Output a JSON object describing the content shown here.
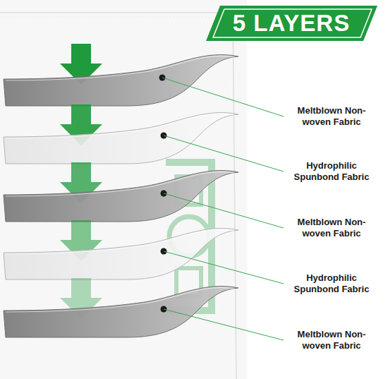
{
  "diagram": {
    "title": "5 LAYERS",
    "labels": [
      "Meltblown Non-woven Fabric",
      "Hydrophilic Spunbond Fabric",
      "Meltblown Non-woven Fabric",
      "Hydrophilic Spunbond Fabric",
      "Meltblown Non-woven Fabric"
    ]
  }
}
